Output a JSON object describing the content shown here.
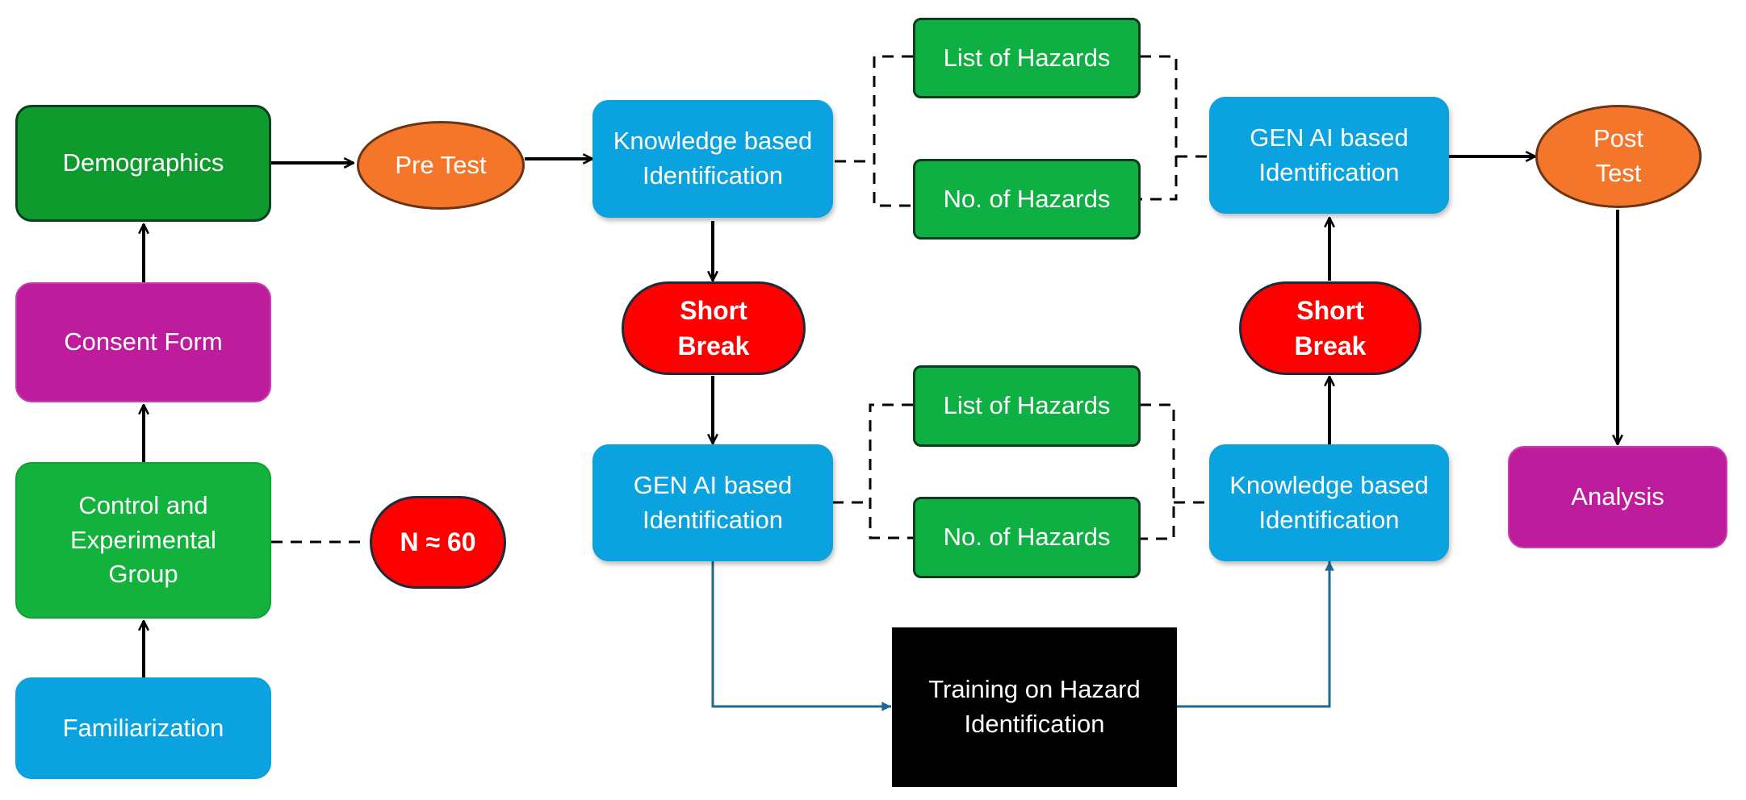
{
  "nodes": {
    "demographics": "Demographics",
    "pre_test": "Pre Test",
    "consent_form": "Consent Form",
    "control_group": "Control and\nExperimental\nGroup",
    "n_count": "N ≈ 60",
    "familiarization": "Familiarization",
    "knowledge_id_top": "Knowledge based\nIdentification",
    "short_break_left": "Short\nBreak",
    "gen_ai_id_bottom": "GEN AI based\nIdentification",
    "list_hazards_top": "List of Hazards",
    "no_hazards_top": "No. of Hazards",
    "list_hazards_bottom": "List of Hazards",
    "no_hazards_bottom": "No. of Hazards",
    "gen_ai_id_top": "GEN AI based\nIdentification",
    "short_break_right": "Short\nBreak",
    "knowledge_id_bottom": "Knowledge based\nIdentification",
    "training": "Training on Hazard\nIdentification",
    "post_test": "Post\nTest",
    "analysis": "Analysis"
  },
  "colors": {
    "green": "#12b23c",
    "magenta": "#bd1c9c",
    "blue": "#0aa3df",
    "orange": "#f4762a",
    "red": "#ff0000",
    "black": "#000000",
    "training_connector": "#1c6a94"
  }
}
